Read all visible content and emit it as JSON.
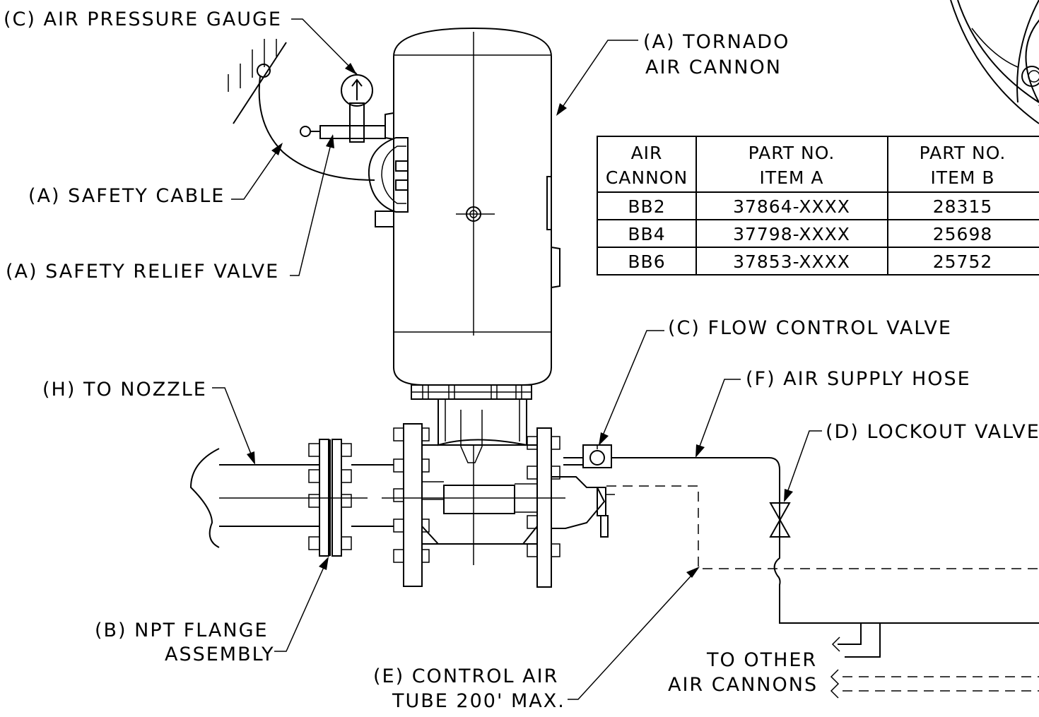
{
  "labels": {
    "air_pressure_gauge": "(C) AIR PRESSURE GAUGE",
    "tornado_line1": "(A) TORNADO",
    "tornado_line2": "AIR CANNON",
    "safety_cable": "(A) SAFETY CABLE",
    "safety_relief_valve": "(A) SAFETY RELIEF VALVE",
    "flow_control_valve": "(C) FLOW CONTROL VALVE",
    "air_supply_hose": "(F) AIR SUPPLY HOSE",
    "lockout_valve": "(D) LOCKOUT VALVE",
    "to_nozzle": "(H) TO NOZZLE",
    "npt_flange_line1": "(B) NPT FLANGE",
    "npt_flange_line2": "ASSEMBLY",
    "control_air_line1": "(E) CONTROL AIR",
    "control_air_line2": "TUBE 200' MAX.",
    "to_other_line1": "TO OTHER",
    "to_other_line2": "AIR CANNONS"
  },
  "parts_table": {
    "headers": [
      [
        "AIR",
        "CANNON"
      ],
      [
        "PART NO.",
        "ITEM A"
      ],
      [
        "PART NO.",
        "ITEM B"
      ]
    ],
    "rows": [
      [
        "BB2",
        "37864-XXXX",
        "28315"
      ],
      [
        "BB4",
        "37798-XXXX",
        "25698"
      ],
      [
        "BB6",
        "37853-XXXX",
        "25752"
      ]
    ]
  }
}
